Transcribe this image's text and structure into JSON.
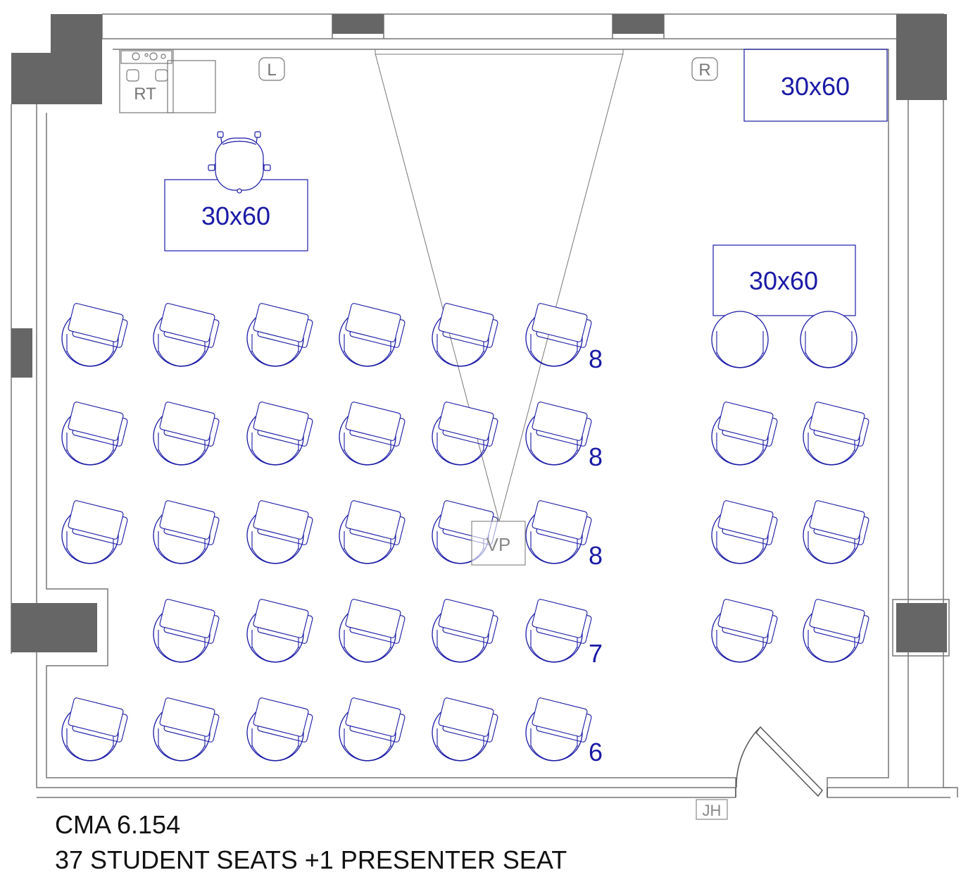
{
  "plan": {
    "room_id": "CMA 6.154",
    "summary": "37 STUDENT SEATS +1 PRESENTER SEAT",
    "tables": [
      "30x60",
      "30x60",
      "30x60"
    ],
    "equipment_labels": {
      "rack": "RT",
      "left_speaker": "L",
      "right_speaker": "R",
      "projector": "VP",
      "jack": "JH"
    },
    "row_counts": [
      "8",
      "8",
      "8",
      "7",
      "6"
    ]
  },
  "colors": {
    "furniture": "#1a1aa6",
    "walls": "#666666",
    "outline": "#777777"
  }
}
